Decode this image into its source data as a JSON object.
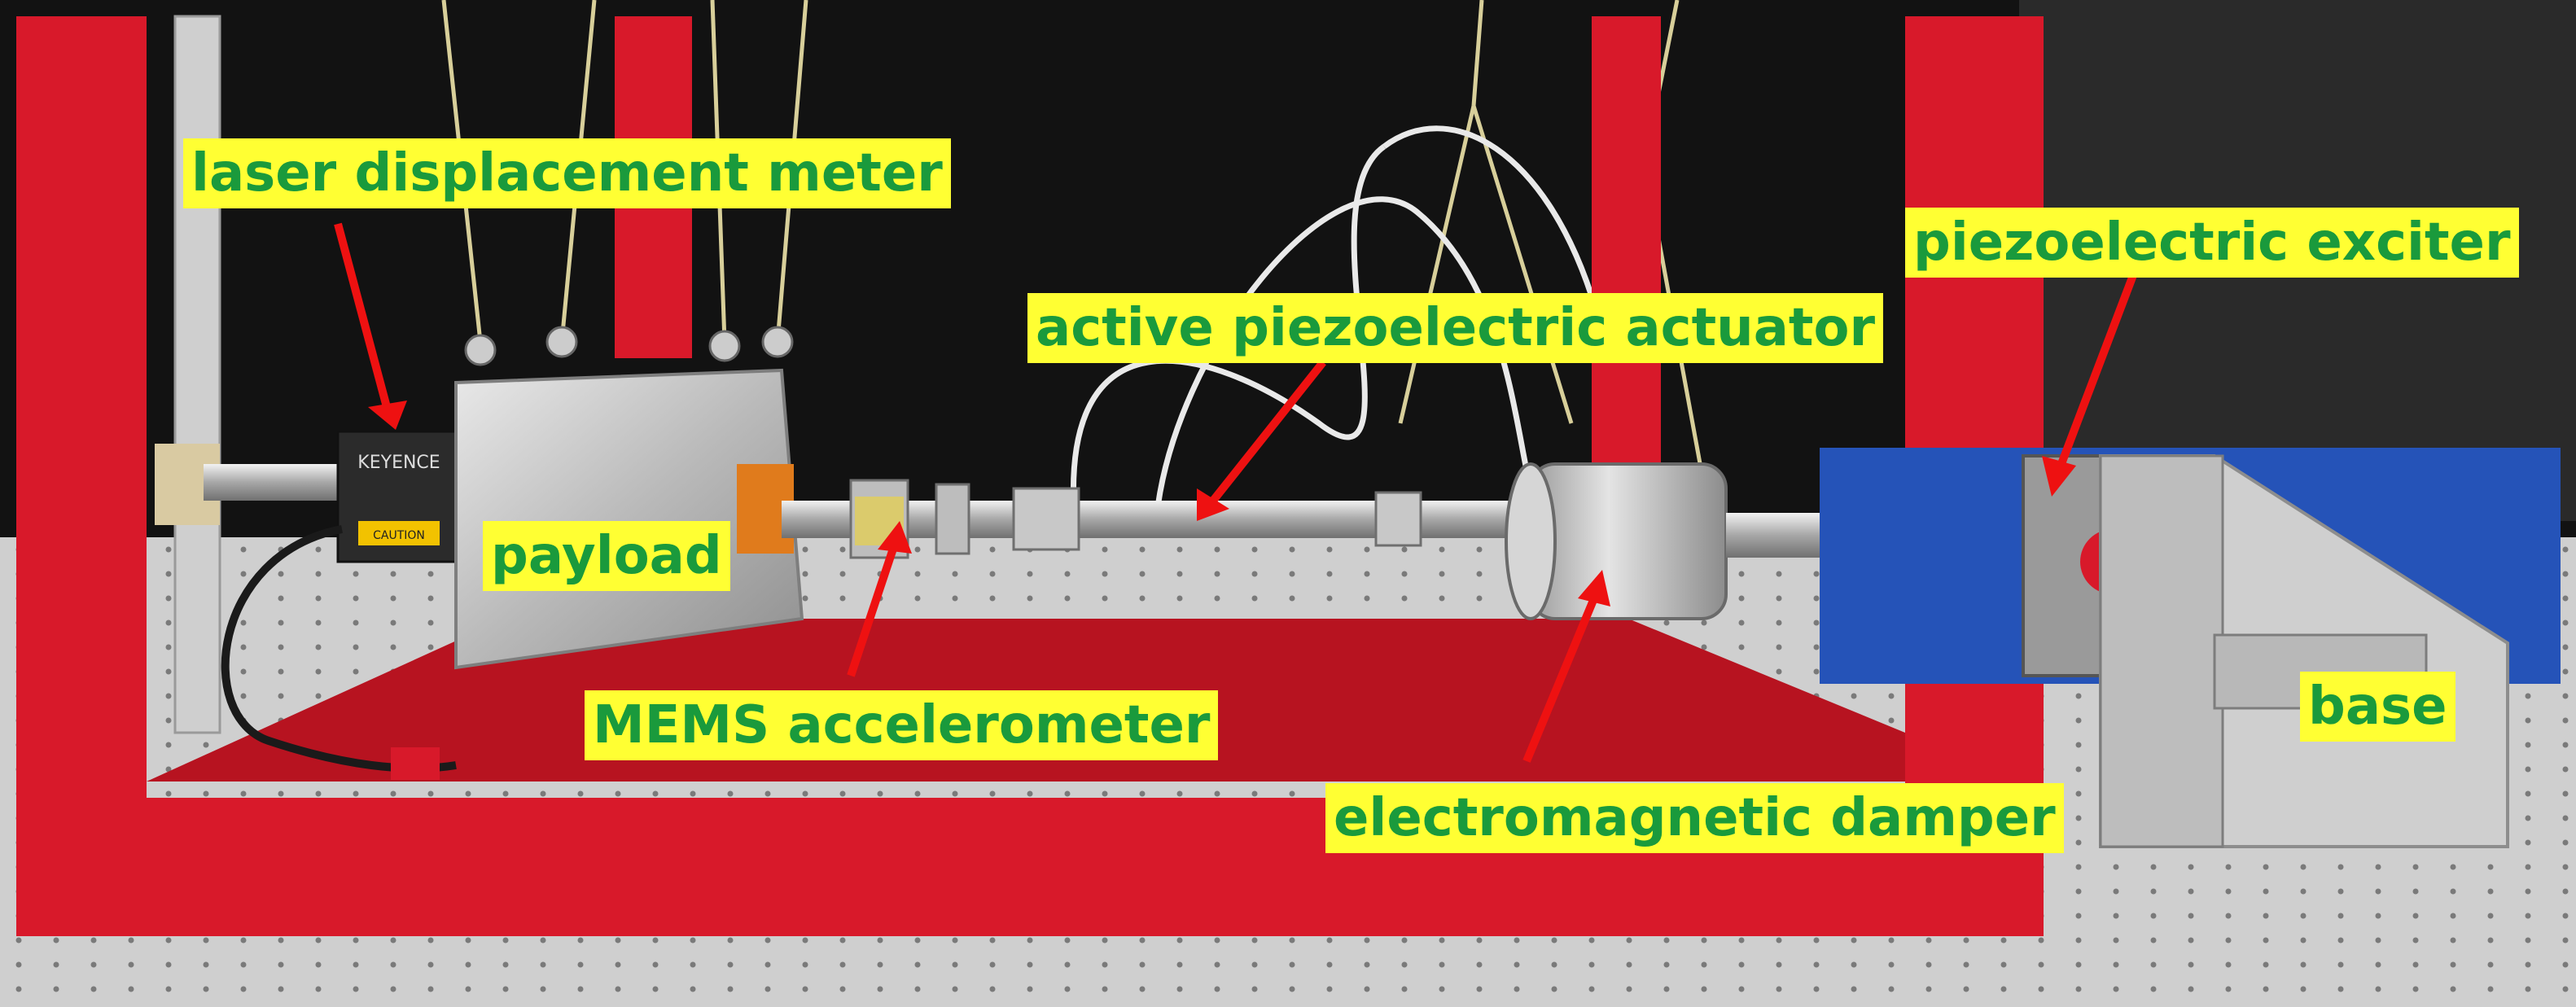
{
  "labels": {
    "laser_displacement_meter": "laser displacement meter",
    "active_piezoelectric_actuator": "active piezoelectric actuator",
    "piezoelectric_exciter": "piezoelectric exciter",
    "payload": "payload",
    "mems_accelerometer": "MEMS accelerometer",
    "electromagnetic_damper": "electromagnetic damper",
    "base": "base"
  },
  "device_text": {
    "sensor_brand": "KEYENCE",
    "caution": "CAUTION"
  },
  "colors": {
    "label_background": "#ffff33",
    "label_text": "#1a9a3c",
    "arrow": "#ee1111",
    "frame": "#d8192a",
    "backdrop": "#111111",
    "table": "#c9c9c9"
  }
}
